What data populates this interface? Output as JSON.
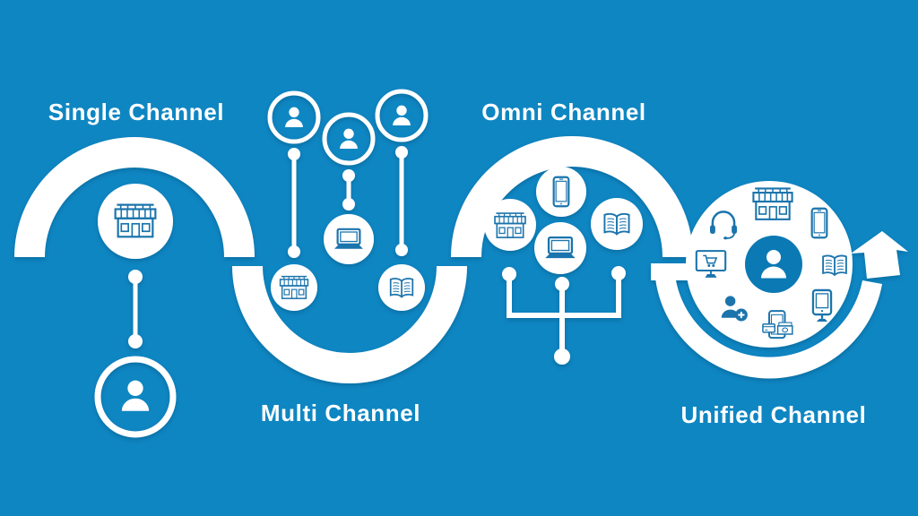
{
  "title": "Retail channel evolution infographic",
  "colors": {
    "background": "#0E86C2",
    "shape_white": "#FFFFFF",
    "icon_blue": "#1B74AC",
    "center_circle_blue": "#0B79B4"
  },
  "stages": [
    {
      "id": "single-channel",
      "label": "Single Channel",
      "icons": [
        "storefront-icon",
        "customer-person-icon"
      ]
    },
    {
      "id": "multi-channel",
      "label": "Multi Channel",
      "icons": [
        "customer-person-icon",
        "customer-person-icon",
        "customer-person-icon",
        "storefront-icon",
        "laptop-icon",
        "ebook-reader-icon"
      ]
    },
    {
      "id": "omni-channel",
      "label": "Omni Channel",
      "icons": [
        "smartphone-icon",
        "storefront-icon",
        "laptop-icon",
        "ebook-reader-icon"
      ]
    },
    {
      "id": "unified-channel",
      "label": "Unified Channel",
      "icons": [
        "headset-icon",
        "storefront-icon",
        "smartphone-icon",
        "online-shopping-monitor-icon",
        "ebook-reader-icon",
        "add-customer-icon",
        "mobile-payment-icon",
        "kiosk-icon",
        "customer-person-icon"
      ],
      "decoration": "circular-arrow-up"
    }
  ]
}
